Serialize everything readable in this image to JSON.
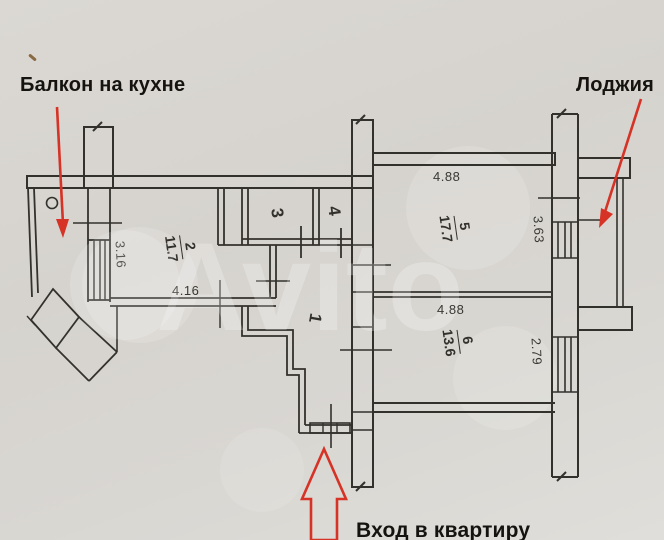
{
  "annotations": {
    "balcony_label": "Балкон на кухне",
    "loggia_label": "Лоджия",
    "entrance_label": "Вход в квартиру",
    "arrow_color": "#d63226"
  },
  "rooms": {
    "r1": {
      "number": "1",
      "area": ""
    },
    "r2": {
      "number": "2",
      "area": "11.7"
    },
    "r3": {
      "number": "3",
      "area": ""
    },
    "r4": {
      "number": "4",
      "area": ""
    },
    "r5": {
      "number": "5",
      "area": "17.7"
    },
    "r6": {
      "number": "6",
      "area": "13.6"
    }
  },
  "dimensions": {
    "kitchen_height": "3.16",
    "kitchen_width": "4.16",
    "room5_width": "4.88",
    "room6_width": "4.88",
    "loggia_wall": "3.63",
    "room6_wall": "2.79"
  },
  "watermark": "Avito",
  "colors": {
    "paper": "#d8d5d0",
    "ink": "#33312c",
    "annotation_red": "#d63226"
  }
}
